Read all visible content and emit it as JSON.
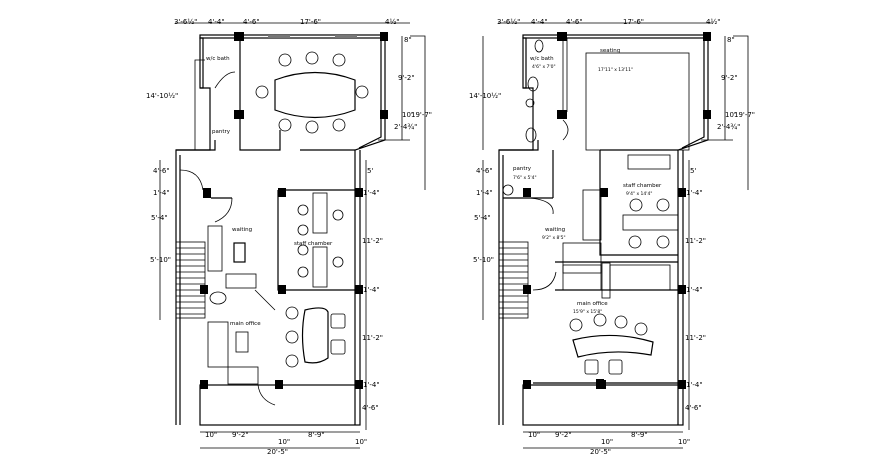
{
  "plans": [
    {
      "rooms": {
        "wc": "w/c bath",
        "pantry": "pantry",
        "waiting": "waiting",
        "staff": "staff chamber",
        "office": "main office"
      }
    },
    {
      "rooms": {
        "wc": "w/c bath",
        "wc_size": "4'6\" x 7'0\"",
        "seating": "seating",
        "seating_size": "17'11\" x 13'11\"",
        "pantry": "pantry",
        "pantry_size": "7'6\" x 5'4\"",
        "staff": "staff chamber",
        "staff_size": "9'4\" x 14'4\"",
        "waiting": "waiting",
        "waiting_size": "9'2\" x 8'5\"",
        "office": "main office",
        "office_size": "15'9\" x 15'8\""
      }
    }
  ],
  "dimensions": {
    "top": [
      "3'-6½\"",
      "4'-4\"",
      "4'-6\"",
      "17'-6\"",
      "4½\""
    ],
    "right": [
      "8\"",
      "9'-2\"",
      "10\"",
      "19'-7\"",
      "2'-4¾\"",
      "5'",
      "1'-4\"",
      "11'-2\"",
      "1'-4\"",
      "11'-2\"",
      "1'-4\"",
      "4'-6\""
    ],
    "left": [
      "14'-10½\"",
      "4'-6\"",
      "1'-4\"",
      "5'-4\"",
      "5'-10\""
    ],
    "bottom": [
      "10\"",
      "9'-2\"",
      "10\"",
      "8'-9\"",
      "10\"",
      "20'-5\""
    ]
  }
}
